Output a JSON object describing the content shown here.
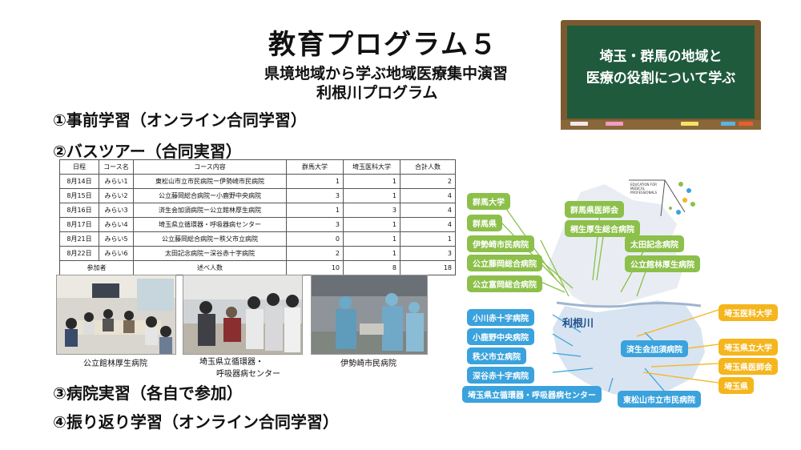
{
  "title": "教育プログラム５",
  "subtitle_line1": "県境地域から学ぶ地域医療集中演習",
  "subtitle_line2": "利根川プログラム",
  "board_text": [
    "埼玉・群馬の地域と",
    "医療の役割について学ぶ"
  ],
  "colors": {
    "board": "#1f5a3c",
    "frame": "#7a5a2e",
    "green_tag": "#8cc04a",
    "orange_tag": "#f5b51c",
    "blue_tag": "#3aa2dc"
  },
  "sections": {
    "s1": "①事前学習（オンライン合同学習）",
    "s2": "②バスツアー（合同実習）",
    "s3": "③病院実習（各自で参加）",
    "s4": "④振り返り学習（オンライン合同学習）"
  },
  "table": {
    "headers": [
      "日程",
      "コース名",
      "コース内容",
      "群馬大学",
      "埼玉医科大学",
      "合計人数"
    ],
    "rows": [
      [
        "8月14日",
        "みらい1",
        "東松山市立市民病院ー伊勢崎市民病院",
        "1",
        "1",
        "2"
      ],
      [
        "8月15日",
        "みらい2",
        "公立藤岡総合病院ー小鹿野中央病院",
        "3",
        "1",
        "4"
      ],
      [
        "8月16日",
        "みらい3",
        "済生会加須病院ー公立館林厚生病院",
        "1",
        "3",
        "4"
      ],
      [
        "8月17日",
        "みらい4",
        "埼玉県立循環器・呼吸器病センター",
        "3",
        "1",
        "4"
      ],
      [
        "8月21日",
        "みらい5",
        "公立藤岡総合病院ー秩父市立病院",
        "0",
        "1",
        "1"
      ],
      [
        "8月22日",
        "みらい6",
        "太田記念病院ー深谷赤十字病院",
        "2",
        "1",
        "3"
      ]
    ],
    "footer": [
      "参加者",
      "述べ人数",
      "10",
      "8",
      "18"
    ]
  },
  "photos": [
    {
      "caption1": "公立館林厚生病院",
      "caption2": ""
    },
    {
      "caption1": "埼玉県立循環器・",
      "caption2": "呼吸器病センター"
    },
    {
      "caption1": "伊勢崎市民病院",
      "caption2": ""
    }
  ],
  "map": {
    "logo_text": "EDUCATION FOR MEDICAL PROFESSIONALS",
    "river_label": "利根川",
    "green_tags": [
      "群馬大学",
      "群馬県医師会",
      "群馬県",
      "桐生厚生総合病院",
      "伊勢崎市民病院",
      "太田記念病院",
      "公立藤岡総合病院",
      "公立館林厚生病院",
      "公立富岡総合病院"
    ],
    "blue_tags": [
      "小川赤十字病院",
      "小鹿野中央病院",
      "秩父市立病院",
      "深谷赤十字病院",
      "埼玉県立循環器・呼吸器病センター",
      "済生会加須病院",
      "東松山市立市民病院"
    ],
    "orange_tags": [
      "埼玉医科大学",
      "埼玉県立大学",
      "埼玉県医師会",
      "埼玉県"
    ]
  }
}
